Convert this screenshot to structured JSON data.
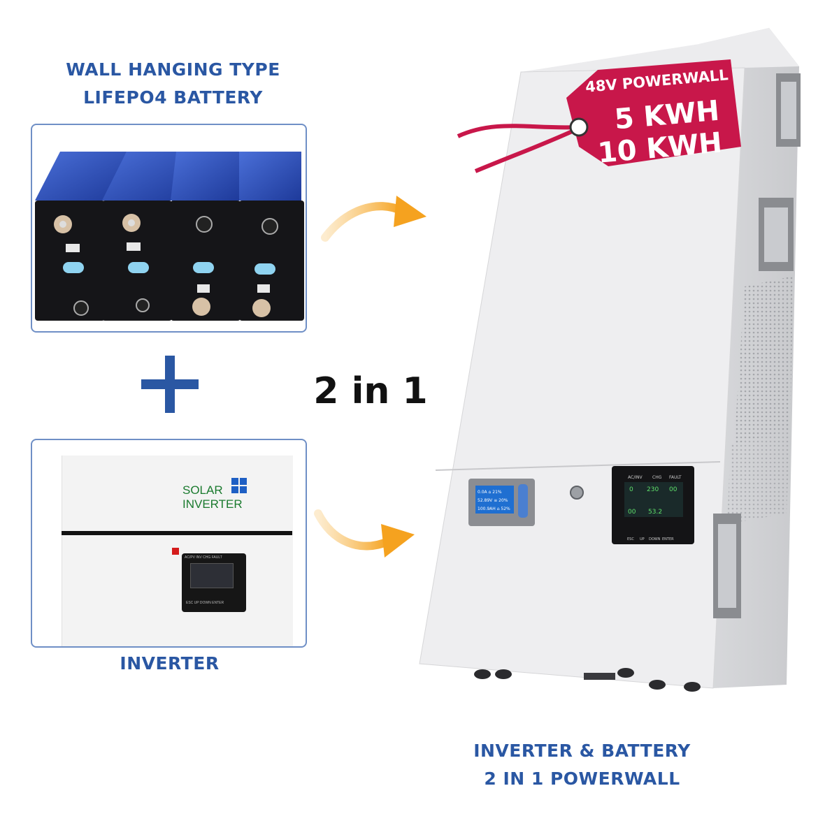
{
  "battery_heading": {
    "line1": "WALL HANGING TYPE",
    "line2": "LIFEPO4 BATTERY"
  },
  "inverter_heading": "INVERTER",
  "combo_label": "2 in 1",
  "product_heading": {
    "line1": "INVERTER & BATTERY",
    "line2": "2 IN 1 POWERWALL"
  },
  "price_tag": {
    "line1": "48V POWERWALL",
    "line2": "5 KWH",
    "line3": "10 KWH"
  },
  "inverter_panel": {
    "brand_line1": "SOLAR",
    "brand_line2": "INVERTER",
    "lcd_header": "AC/PV INV   CHG   FAULT",
    "buttons": "ESC  UP  DOWN  ENTER"
  },
  "powerwall_display": {
    "bms_rows": [
      "0.0A  ⌂  21%",
      "52.89V  ≡  20%",
      "100.9AH  ⌂  52%"
    ],
    "inverter_header": [
      "AC/INV",
      "CHG",
      "FAULT"
    ],
    "inverter_values": [
      "0",
      "230",
      "00"
    ],
    "inverter_bottom": [
      "00",
      "53.2"
    ],
    "inverter_buttons": [
      "ESC",
      "UP",
      "DOWN",
      "ENTER"
    ]
  },
  "colors": {
    "heading_blue": "#2a57a3",
    "tag_red": "#c8174a",
    "arrow_orange": "#f5a21f"
  },
  "icons": [
    "plus-icon",
    "curved-arrow-icon",
    "price-tag-icon"
  ]
}
